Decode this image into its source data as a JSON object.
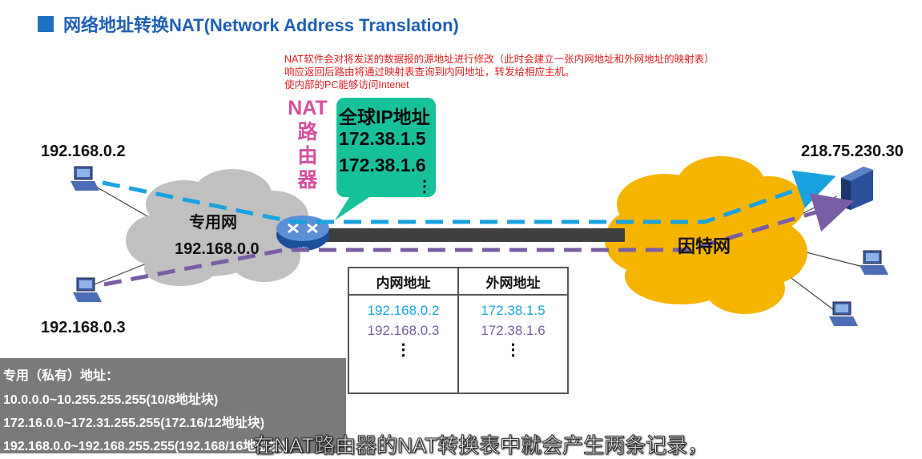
{
  "title": "网络地址转换NAT(Network Address Translation)",
  "note": {
    "line1": "NAT软件会对将发送的数据报的源地址进行修改（此时会建立一张内网地址和外网地址的映射表）",
    "line2": "响应返回后路由将通过映射表查询到内网地址，转发给相应主机。",
    "line3": "使内部的PC能够访问Intenet"
  },
  "router": {
    "label_latin": "NAT",
    "label_chars": [
      "路",
      "由",
      "器"
    ]
  },
  "global_ip": {
    "title": "全球IP地址",
    "items": [
      "172.38.1.5",
      "172.38.1.6",
      "⋮"
    ]
  },
  "hosts": {
    "left_top": "192.168.0.2",
    "left_bottom": "192.168.0.3",
    "right_top": "218.75.230.30"
  },
  "private_cloud": {
    "name": "专用网",
    "address": "192.168.0.0"
  },
  "internet_cloud": {
    "name": "因特网"
  },
  "nat_table": {
    "headers": [
      "内网地址",
      "外网地址"
    ],
    "rows": [
      {
        "inner": "192.168.0.2",
        "outer": "172.38.1.5"
      },
      {
        "inner": "192.168.0.3",
        "outer": "172.38.1.6"
      },
      {
        "inner": "⋮",
        "outer": "⋮"
      }
    ]
  },
  "private_addresses": {
    "title": "专用（私有）地址：",
    "lines": [
      "10.0.0.0~10.255.255.255(10/8地址块)",
      "172.16.0.0~172.31.255.255(172.16/12地址块)",
      "192.168.0.0~192.168.255.255(192.168/16地址块)"
    ]
  },
  "subtitle": "在NAT路由器的NAT转换表中就会产生两条记录，",
  "colors": {
    "accent": "#1f6fc5",
    "note": "#e02020",
    "router_label": "#d64f9e",
    "global_box": "#17c29b",
    "path_blue": "#18a2df",
    "path_purple": "#7a5ea5",
    "internet_cloud": "#f5b400",
    "private_cloud": "#c0c0c0"
  }
}
